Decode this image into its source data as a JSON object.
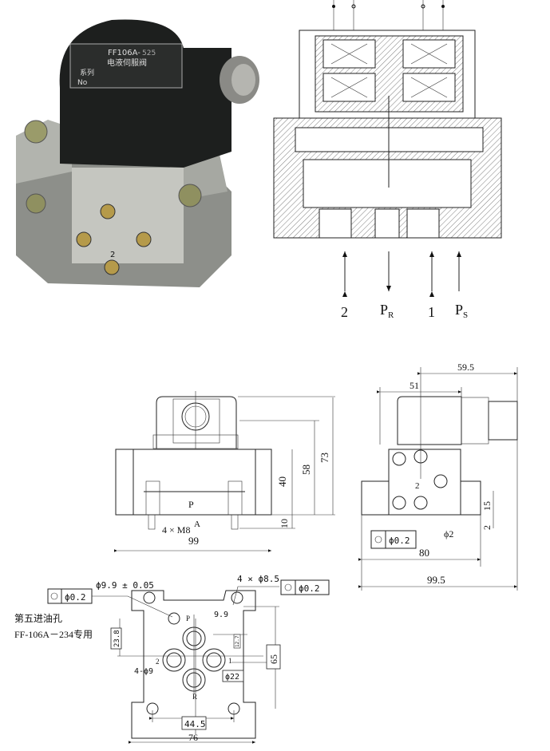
{
  "photo": {
    "nameplate_model": "FF106A-",
    "nameplate_suffix": "525",
    "nameplate_title": "电液伺服阀",
    "nameplate_series_label": "系列",
    "nameplate_no_label": "No",
    "body_port_label": "2"
  },
  "schematic": {
    "ports": [
      "2",
      "P",
      "1",
      "P"
    ],
    "port_subscripts": [
      "",
      "R",
      "",
      "S"
    ]
  },
  "front_view": {
    "port_label": "P",
    "thread_label": "4 × M8",
    "arrow_label": "A",
    "dims": {
      "width": "99",
      "h40": "40",
      "h58": "58",
      "h73": "73",
      "h10": "10"
    }
  },
  "side_view": {
    "dims": {
      "d59_5": "59.5",
      "d51": "51",
      "d15": "15",
      "d2": "2",
      "phi2": "ϕ2",
      "d80": "80",
      "d99_5": "99.5"
    },
    "port_label": "2",
    "tolerance": "ϕ0.2"
  },
  "bottom_view": {
    "note_line1": "第五进油孔",
    "note_line2": "FF-106A－234专用",
    "tolerance_left": "ϕ0.2",
    "hole_dim": "ϕ9.9 ± 0.05",
    "mount_holes": "4 × ϕ8.5",
    "tolerance_right": "ϕ0.2",
    "p_label": "P",
    "d9_9": "9.9",
    "d23_8": "23.8",
    "d12_7": "12.7",
    "d65": "65",
    "port_holes": "4-ϕ9",
    "phi22": "ϕ22",
    "port_1": "1",
    "port_2": "2",
    "port_r": "R",
    "d44_5": "44.5",
    "d76": "76"
  }
}
